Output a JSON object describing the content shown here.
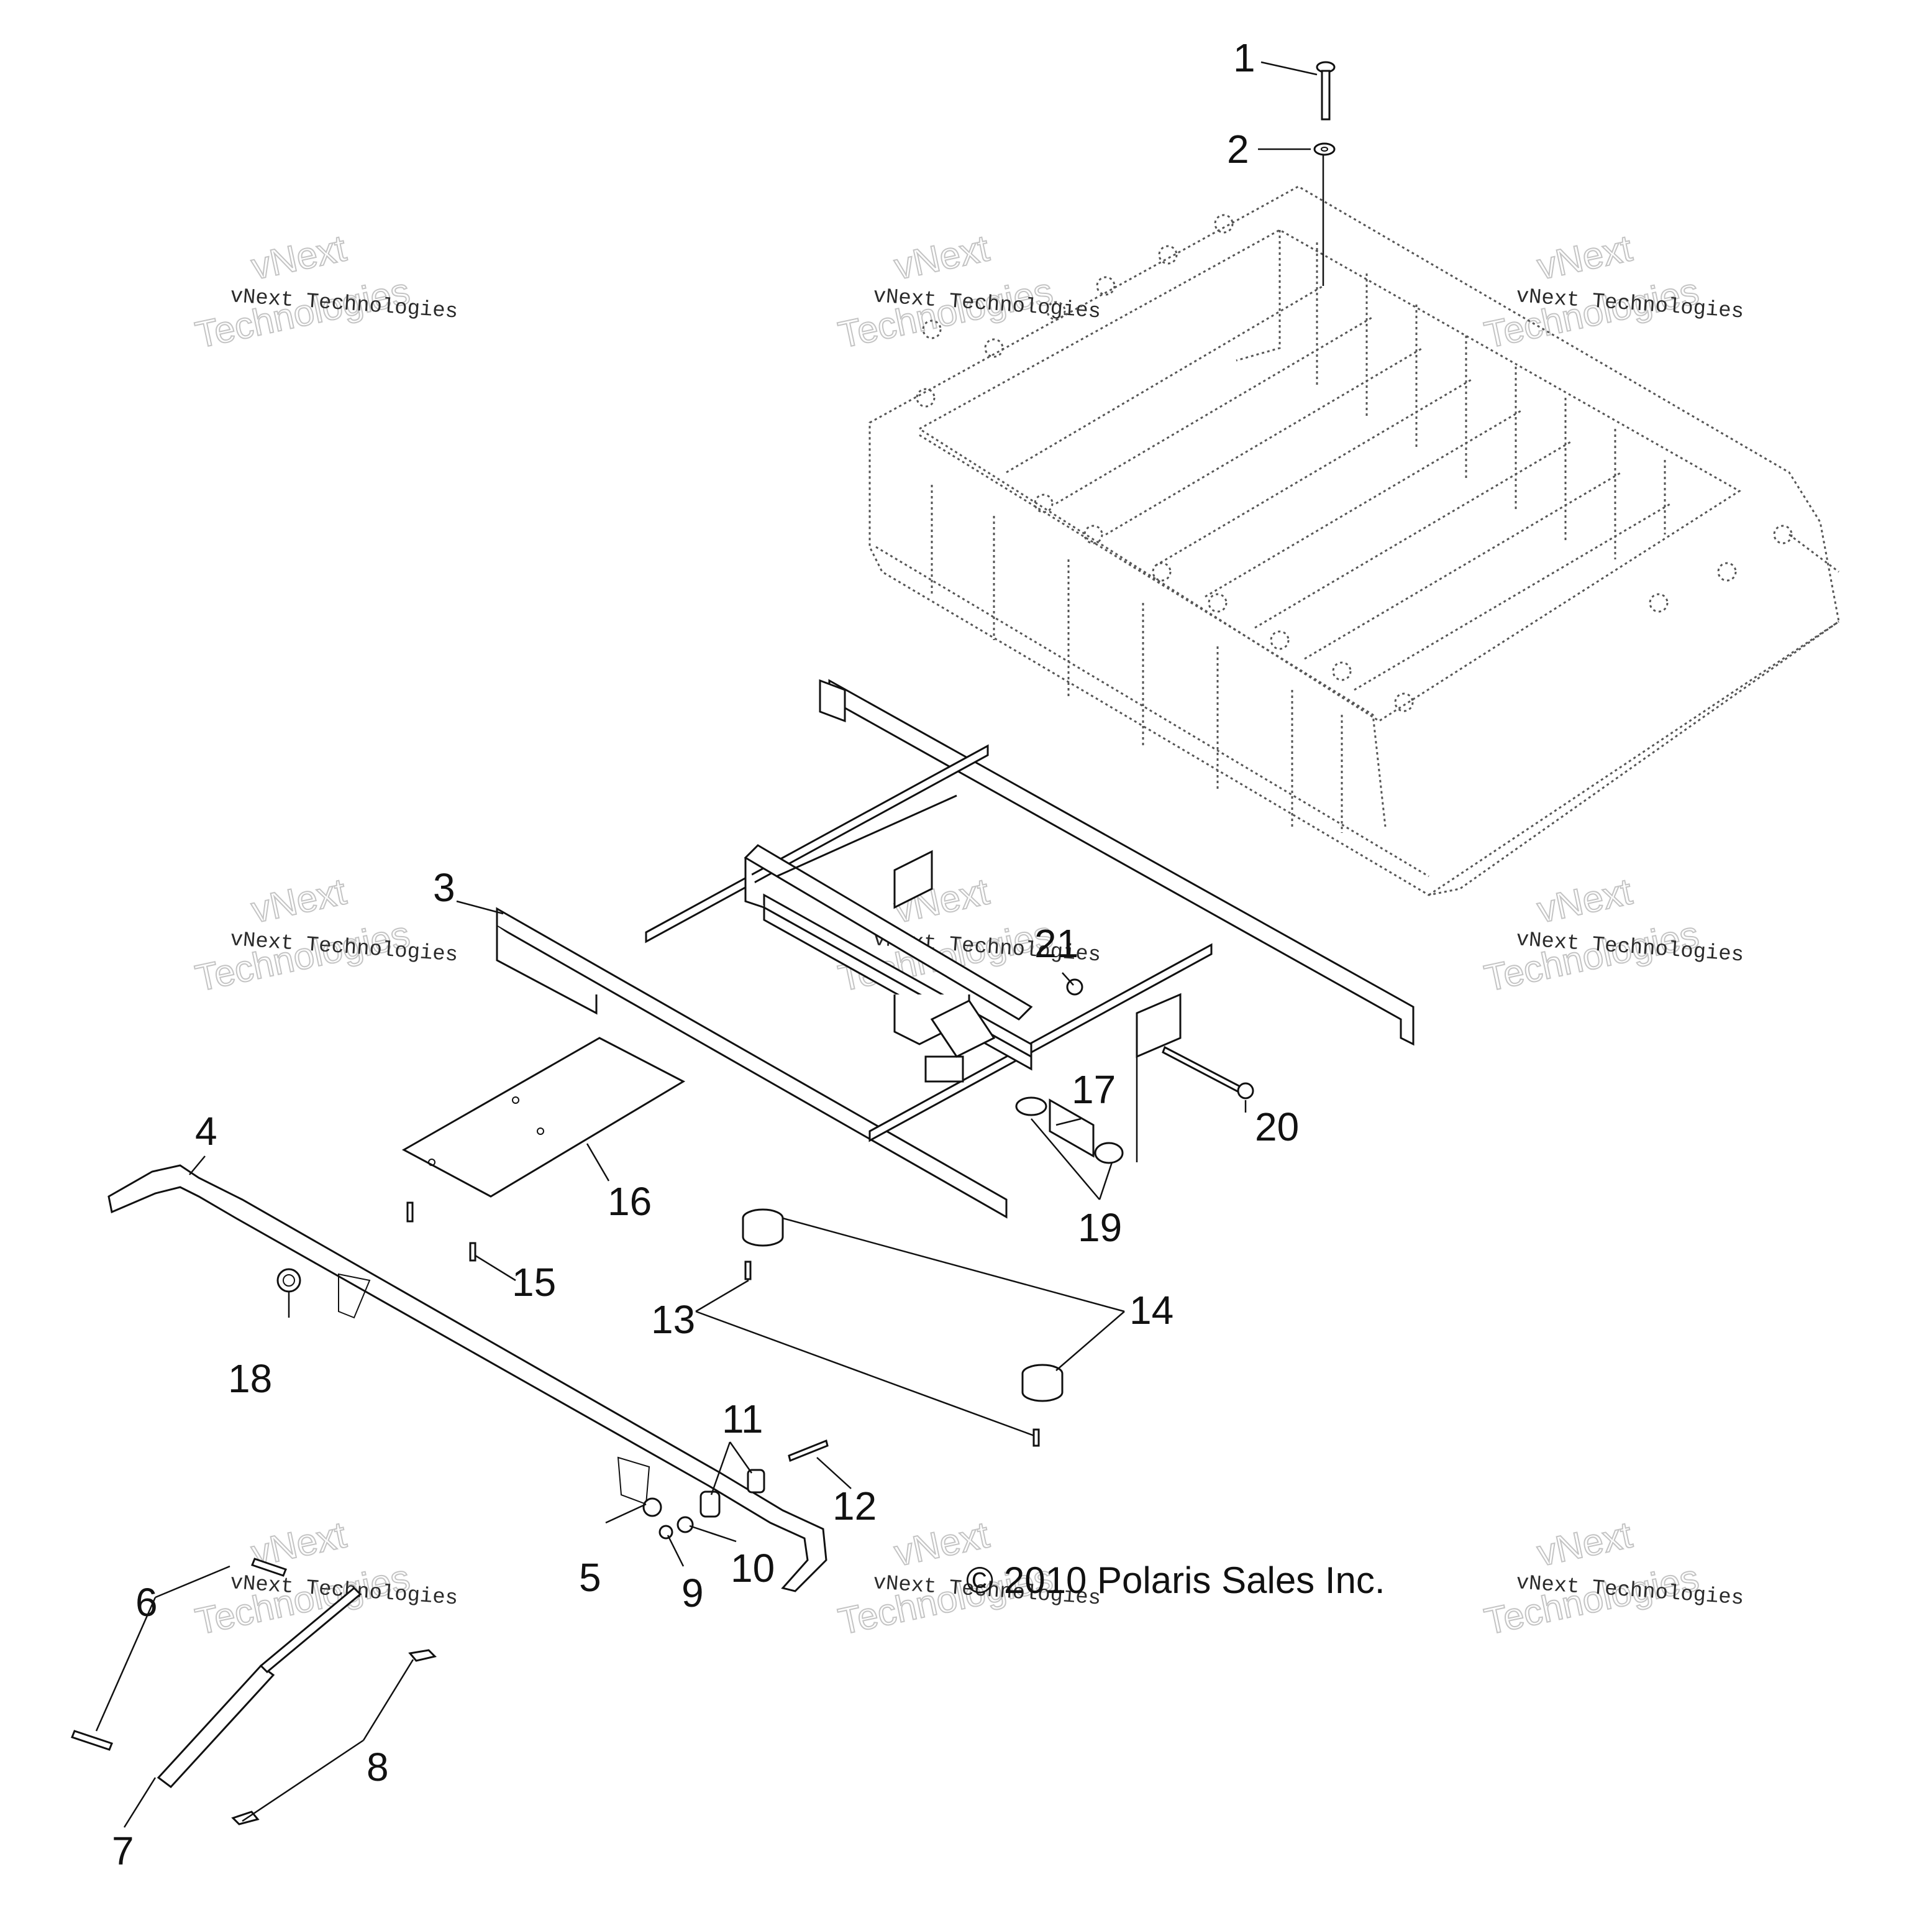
{
  "copyright": "© 2010 Polaris Sales Inc.",
  "watermark": {
    "line1": "vNext Technologies",
    "line2a": "vNext",
    "line2b": "Technologies"
  },
  "callouts": [
    "1",
    "2",
    "3",
    "4",
    "5",
    "6",
    "7",
    "8",
    "9",
    "10",
    "11",
    "12",
    "13",
    "14",
    "15",
    "16",
    "17",
    "18",
    "19",
    "20",
    "21"
  ]
}
